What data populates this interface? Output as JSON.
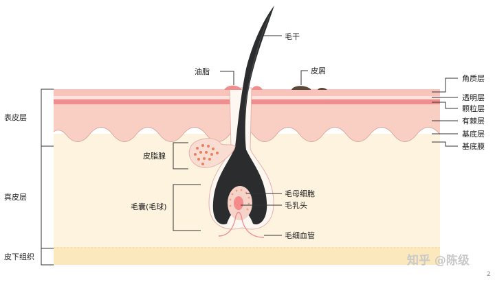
{
  "labels": {
    "hair_shaft": "毛干",
    "sebum": "油脂",
    "dander": "皮屑",
    "stratum_corneum": "角质层",
    "stratum_lucidum": "透明层",
    "stratum_granulosum": "颗粒层",
    "stratum_spinosum": "有棘层",
    "stratum_basale": "基底层",
    "basement_membrane": "基底膜",
    "epidermis": "表皮层",
    "dermis": "真皮层",
    "subcutis": "皮下组织",
    "sebaceous_gland": "皮脂腺",
    "follicle": "毛囊(毛球)",
    "matrix_cells": "毛母细胞",
    "papilla": "毛乳头",
    "capillary": "毛细血管"
  },
  "watermark": "知乎 @陈级",
  "page_number": "2",
  "colors": {
    "epidermis": "#f9cfc4",
    "corneum": "#f7c3bb",
    "granular": "#ef8d8f",
    "dermis": "#fdf3de",
    "subcutis": "#fbe9bd",
    "hair": "#2b2c2d",
    "papilla": "#f58a8a",
    "gland_dot": "#e8825d"
  }
}
